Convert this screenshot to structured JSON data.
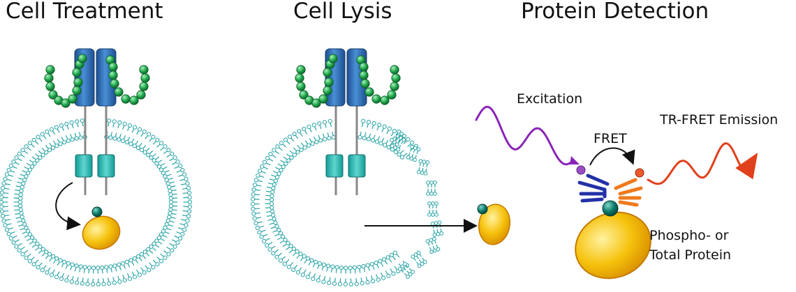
{
  "panels": {
    "treatment": {
      "title": "Cell Treatment"
    },
    "lysis": {
      "title": "Cell Lysis"
    },
    "detection": {
      "title": "Protein Detection",
      "excitation_label": "Excitation",
      "fret_label": "FRET",
      "emission_label": "TR-FRET Emission",
      "protein_label_line1": "Phospho- or",
      "protein_label_line2": "Total Protein"
    }
  },
  "colors": {
    "membrane": "#29a3a6",
    "receptor_blue": "#2f6fb3",
    "ligand_green": "#1f9e46",
    "protein_gold": "#f2b705",
    "phospho_teal": "#0b6b5c",
    "excitation_purple": "#8a24b8",
    "emission_red": "#e0401a",
    "donor_antibody": "#2231a8",
    "acceptor_antibody": "#f07a1c"
  }
}
